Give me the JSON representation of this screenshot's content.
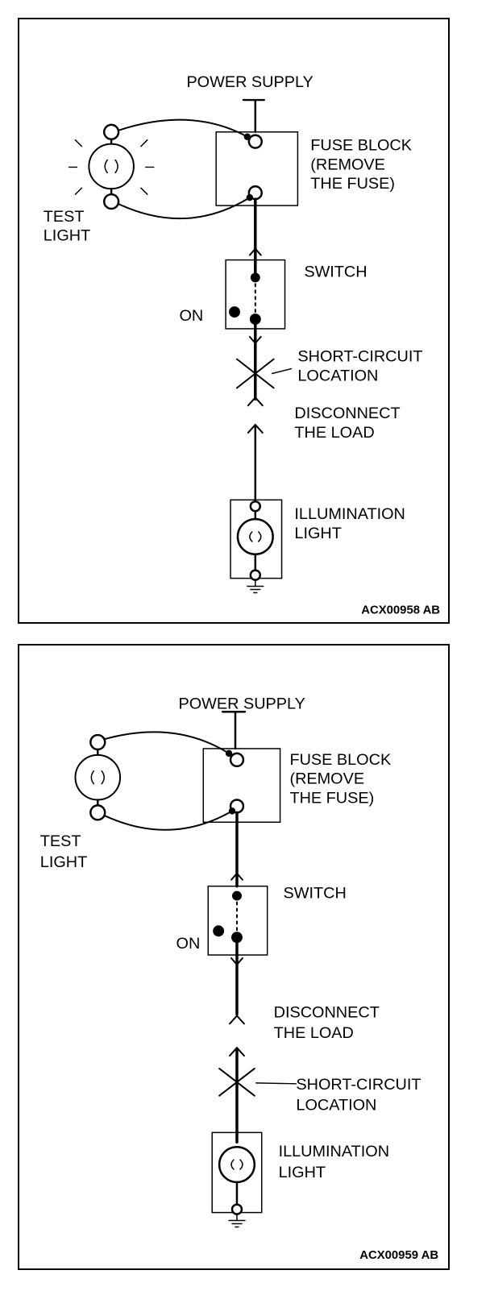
{
  "colors": {
    "ink": "#000000",
    "paper": "#ffffff"
  },
  "diagrams": [
    {
      "power_supply": "POWER SUPPLY",
      "fuse_block": [
        "FUSE BLOCK",
        "(REMOVE",
        "THE FUSE)"
      ],
      "test_light": [
        "TEST",
        "LIGHT"
      ],
      "switch": "SWITCH",
      "switch_state": "ON",
      "short_circuit": [
        "SHORT-CIRCUIT",
        "LOCATION"
      ],
      "disconnect": [
        "DISCONNECT",
        "THE LOAD"
      ],
      "illumination": [
        "ILLUMINATION",
        "LIGHT"
      ],
      "code": "ACX00958 AB",
      "test_light_lit": true
    },
    {
      "power_supply": "POWER SUPPLY",
      "fuse_block": [
        "FUSE BLOCK",
        "(REMOVE",
        "THE FUSE)"
      ],
      "test_light": [
        "TEST",
        "LIGHT"
      ],
      "switch": "SWITCH",
      "switch_state": "ON",
      "short_circuit": [
        "SHORT-CIRCUIT",
        "LOCATION"
      ],
      "disconnect": [
        "DISCONNECT",
        "THE LOAD"
      ],
      "illumination": [
        "ILLUMINATION",
        "LIGHT"
      ],
      "code": "ACX00959 AB",
      "test_light_lit": false
    }
  ]
}
